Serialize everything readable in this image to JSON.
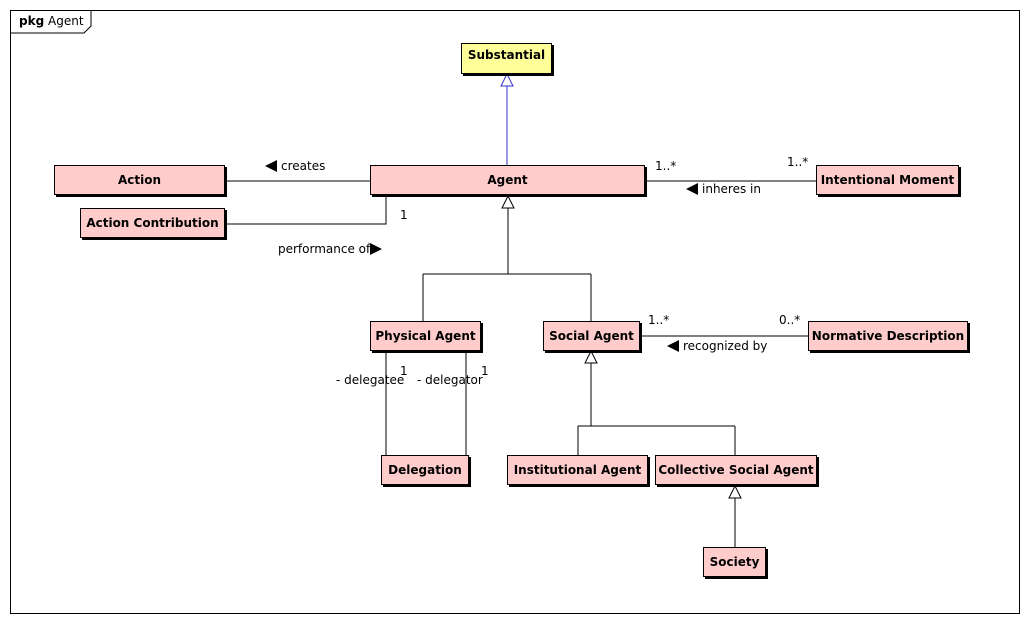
{
  "package": {
    "keyword": "pkg",
    "name": "Agent"
  },
  "classes": {
    "substantial": "Substantial",
    "agent": "Agent",
    "action": "Action",
    "action_contribution": "Action Contribution",
    "intentional_moment": "Intentional Moment",
    "physical_agent": "Physical Agent",
    "social_agent": "Social Agent",
    "normative_description": "Normative Description",
    "delegation": "Delegation",
    "institutional_agent": "Institutional Agent",
    "collective_social_agent": "Collective Social Agent",
    "society": "Society"
  },
  "associations": {
    "creates": "creates",
    "performance_of": "performance of",
    "performance_mult": "1",
    "inheres_in": "inheres in",
    "inheres_mult_agent": "1..*",
    "inheres_mult_moment": "1..*",
    "recognized_by": "recognized by",
    "recognized_mult_social": "1..*",
    "recognized_mult_norm": "0..*",
    "delegatee_role": "- delegatee",
    "delegatee_mult": "1",
    "delegator_role": "- delegator",
    "delegator_mult": "1"
  },
  "colors": {
    "class_fill": "#ffcccc",
    "root_fill": "#ffff99",
    "generalization_root": "#3333cc"
  }
}
